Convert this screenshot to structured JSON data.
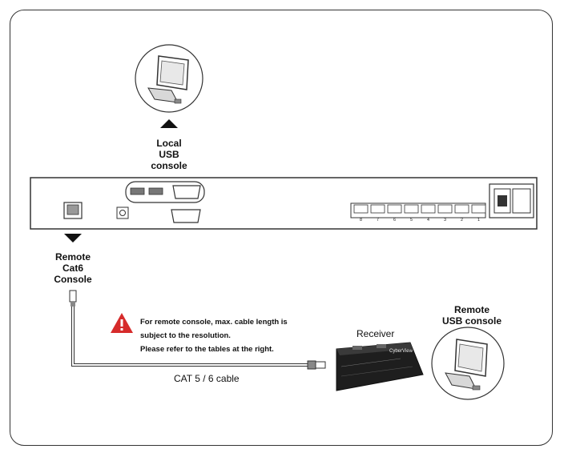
{
  "labels": {
    "local_console": [
      "Local",
      "USB",
      "console"
    ],
    "remote_cat6": [
      "Remote",
      "Cat6",
      "Console"
    ],
    "remote_usb": [
      "Remote",
      "USB console"
    ],
    "receiver": "Receiver",
    "cable": "CAT 5 / 6 cable",
    "warning": [
      "For remote console, max. cable length is",
      "subject to the resolution.",
      "Please refer to the tables at the right."
    ],
    "port_numbers": [
      "8",
      "7",
      "6",
      "5",
      "4",
      "3",
      "2",
      "1"
    ],
    "receiver_brand": "CyberView"
  },
  "colors": {
    "warning": "#d62b2b",
    "device": "#222222"
  }
}
